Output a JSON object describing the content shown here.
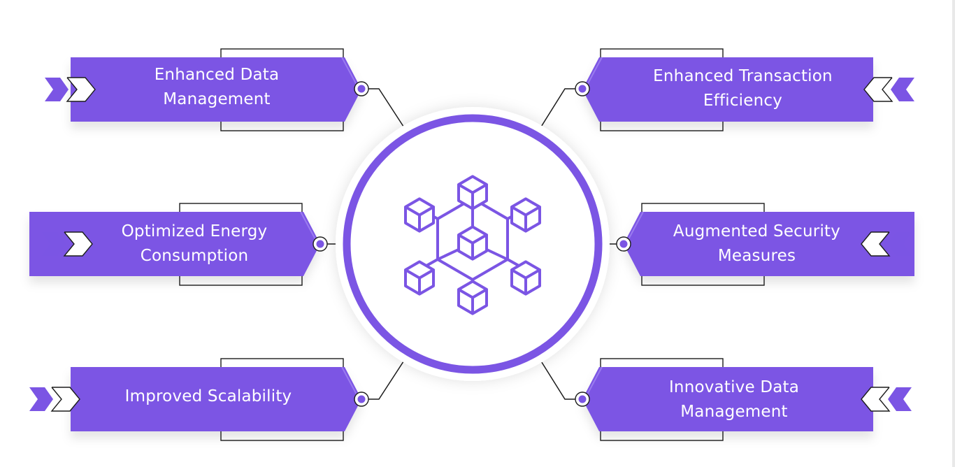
{
  "colors": {
    "accent": "#7b55e4",
    "accent_light": "#9a7bf0",
    "outline": "#1c1c1c",
    "shadow": "#e3e3e3",
    "background": "#ffffff"
  },
  "center": {
    "icon": "blockchain-cubes-icon"
  },
  "benefits": [
    {
      "id": "top-left",
      "lines": [
        "Enhanced Data",
        "Management"
      ]
    },
    {
      "id": "mid-left",
      "lines": [
        "Optimized Energy",
        "Consumption"
      ]
    },
    {
      "id": "bottom-left",
      "lines": [
        "Improved Scalability"
      ]
    },
    {
      "id": "top-right",
      "lines": [
        "Enhanced Transaction",
        "Efficiency"
      ]
    },
    {
      "id": "mid-right",
      "lines": [
        "Augmented Security",
        "Measures"
      ]
    },
    {
      "id": "bottom-right",
      "lines": [
        "Innovative Data",
        "Management"
      ]
    }
  ]
}
